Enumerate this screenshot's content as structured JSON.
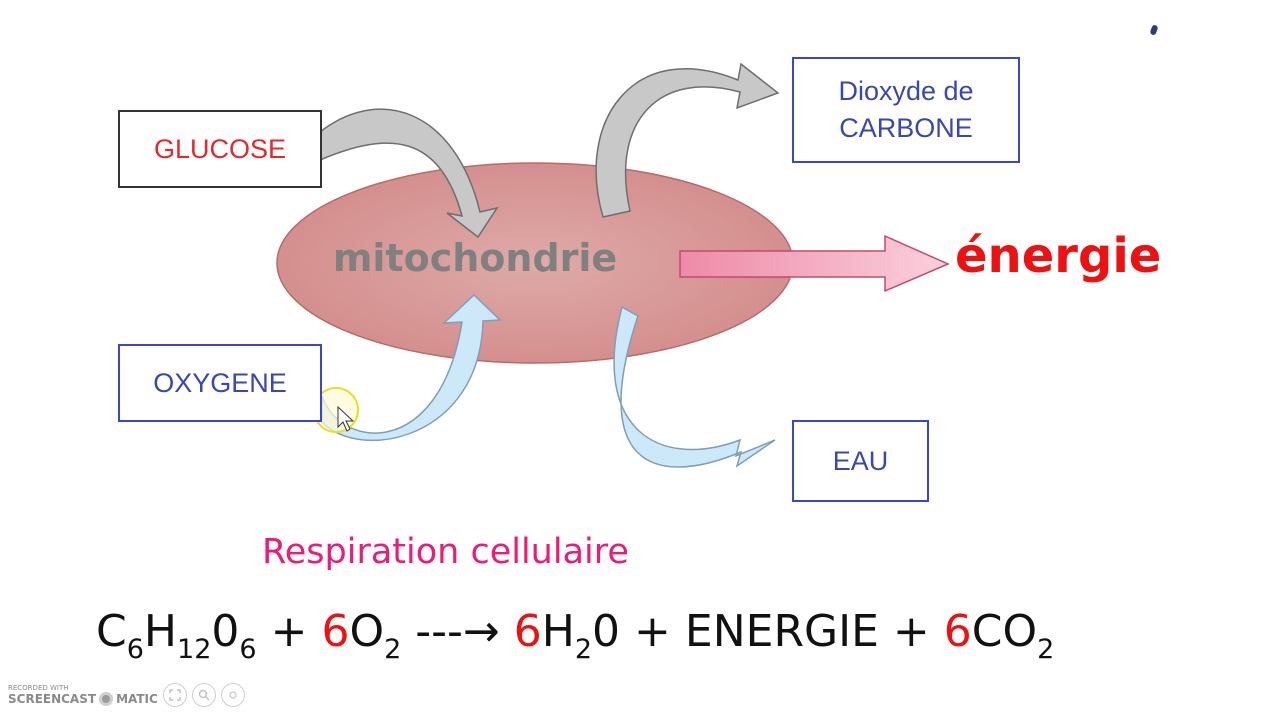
{
  "diagram": {
    "inputs": {
      "glucose": "GLUCOSE",
      "oxygen": "OXYGENE"
    },
    "organelle": "mitochondrie",
    "outputs": {
      "co2_lines": [
        "Dioxyde de",
        "CARBONE"
      ],
      "water": "EAU",
      "energy": "énergie"
    }
  },
  "title": "Respiration cellulaire",
  "equation": {
    "glucose": {
      "c": "C",
      "c_sub": "6",
      "h": "H",
      "h_sub": "12",
      "o": "0",
      "o_sub": "6"
    },
    "plus1": "+",
    "o2_coef": "6",
    "o2": {
      "o": "O",
      "o_sub": "2"
    },
    "arrow": "---→",
    "water_coef": "6",
    "water": {
      "h": "H",
      "h_sub": "2",
      "o": "0"
    },
    "plus2": "+",
    "energy": "ENERGIE",
    "plus3": "+",
    "co2_coef": "6",
    "co2": {
      "c": "CO",
      "sub": "2"
    }
  },
  "watermark": {
    "small": "RECORDED WITH",
    "brand_left": "SCREENCAST",
    "brand_right": "MATIC"
  },
  "colors": {
    "mitochondria_fill": "#d99a9a",
    "gray_arrow": "#c4c4c4",
    "blue_arrow": "#cfe9f8",
    "energy_arrow": "#f4a6bd",
    "red": "#ee1111",
    "blue_text": "#3a46b5"
  }
}
